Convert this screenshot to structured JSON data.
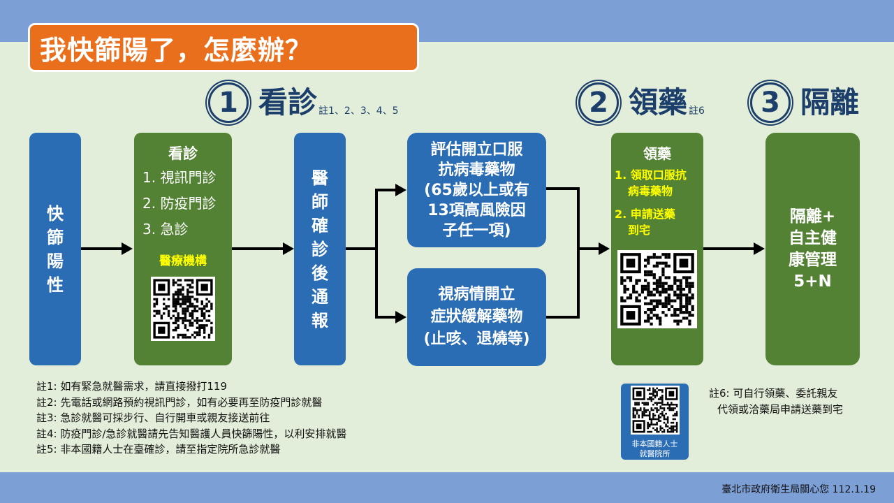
{
  "title": "我快篩陽了，怎麼辦？",
  "steps": [
    {
      "num": "1",
      "name": "看診",
      "note": "註1、2、3、4、5"
    },
    {
      "num": "2",
      "name": "領藥",
      "note": "註6"
    },
    {
      "num": "3",
      "name": "隔離",
      "note": ""
    }
  ],
  "boxes": {
    "positive": [
      "快",
      "篩",
      "陽",
      "性"
    ],
    "visit": {
      "title": "看診",
      "items": [
        "1. 視訊門診",
        "2. 防疫門診",
        "3. 急診"
      ],
      "qr_label": "醫療機構"
    },
    "doctor": [
      "醫",
      "師",
      "確",
      "診",
      "後",
      "通",
      "報"
    ],
    "antiviral": [
      "評估開立口服",
      "抗病毒藥物",
      "(65歲以上或有",
      "13項高風險因",
      "子任一項)"
    ],
    "symptom": [
      "視病情開立",
      "症狀緩解藥物",
      "(止咳、退燒等)"
    ],
    "medicine": {
      "title": "領藥",
      "item1": [
        "1. 領取口服抗",
        "病毒藥物"
      ],
      "item2": [
        "2. 申請送藥",
        "到宅"
      ]
    },
    "isolation": [
      "隔離+",
      "自主健",
      "康管理",
      "5+N"
    ]
  },
  "notes": [
    "註1: 如有緊急就醫需求，請直接撥打119",
    "註2: 先電話或網路預約視訊門診，如有必要再至防疫門診就醫",
    "註3: 急診就醫可採步行、自行開車或親友接送前往",
    "註4: 防疫門診/急診就醫請先告知醫護人員快篩陽性，以利安排就醫",
    "註5: 非本國籍人士在臺確診，請至指定院所急診就醫"
  ],
  "foreign_qr_label": [
    "非本國籍人士",
    "就醫院所"
  ],
  "note6": [
    "註6: 可自行領藥、委託親友",
    "代領或洽藥局申請送藥到宅"
  ],
  "footer": "臺北市政府衛生局關心您  112.1.19",
  "colors": {
    "orange": "#ea6f1c",
    "blue": "#2b6db5",
    "green": "#548235",
    "bar": "#7c9fd6",
    "bg": "#e2eed9"
  }
}
